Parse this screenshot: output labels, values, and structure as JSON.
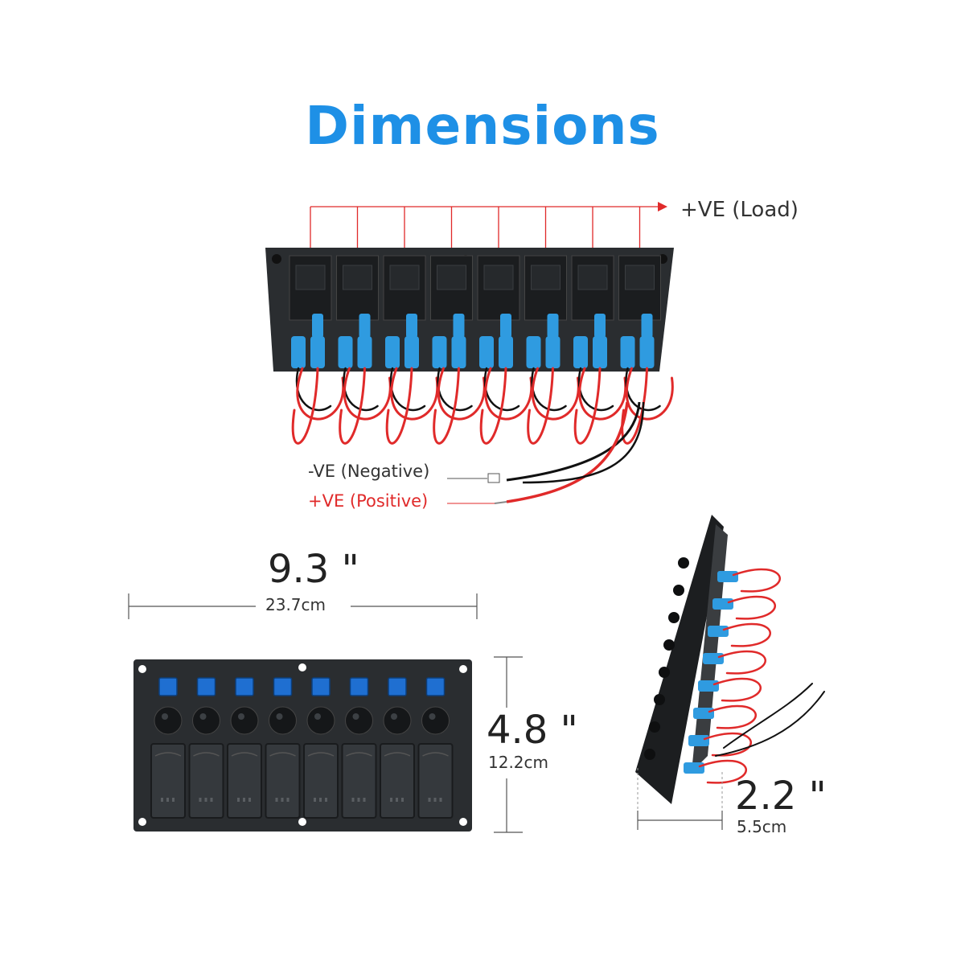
{
  "title": "Dimensions",
  "labels": {
    "load": "+VE  (Load)",
    "negative": "-VE  (Negative)",
    "positive": "+VE  (Positive)"
  },
  "dimensions": {
    "width_in": "9.3 \"",
    "width_cm": "23.7cm",
    "height_in": "4.8 \"",
    "height_cm": "12.2cm",
    "depth_in": "2.2 \"",
    "depth_cm": "5.5cm"
  },
  "switch_count": 8,
  "colors": {
    "title": "#1e90e6",
    "red_wire": "#e02a2a",
    "panel": "#2a2d30",
    "indicator": "#1f6fd1",
    "terminal": "#2f9be0"
  }
}
